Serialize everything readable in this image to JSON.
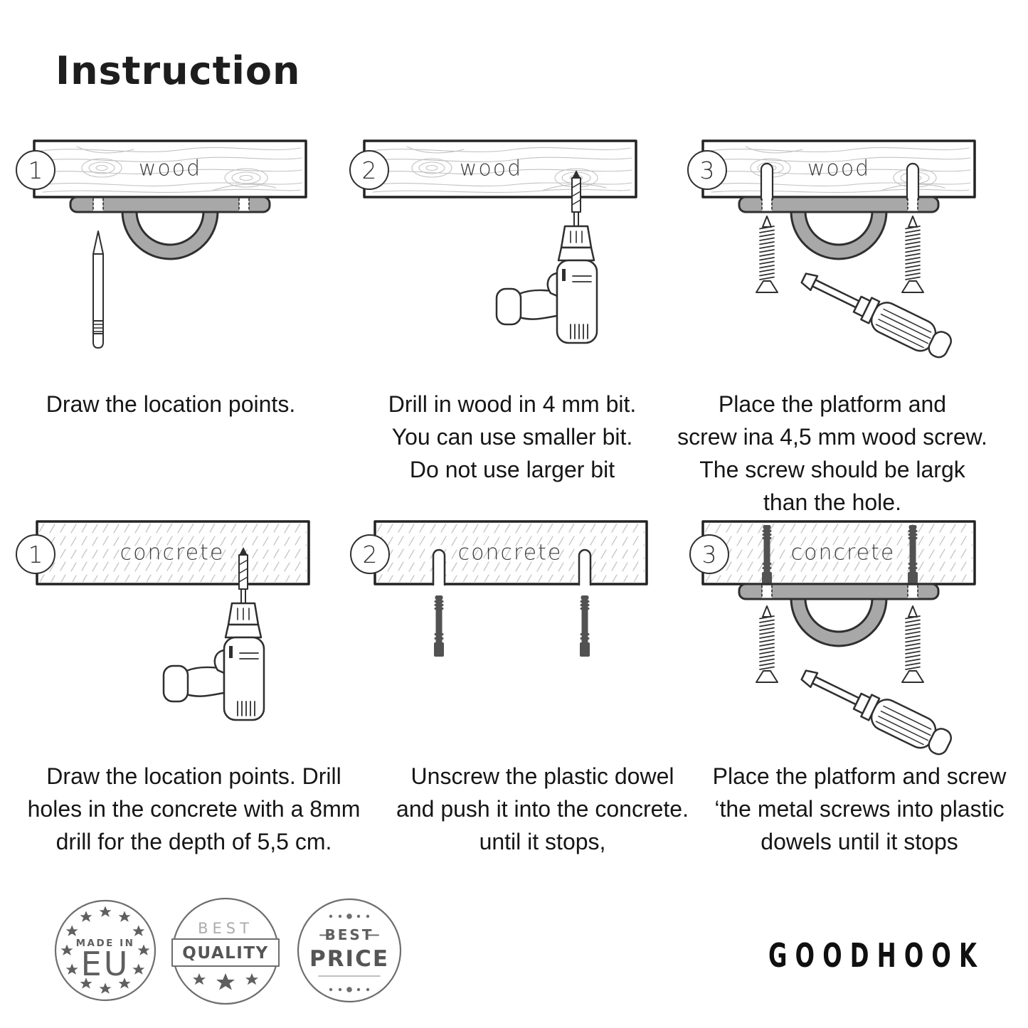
{
  "title": "Instruction",
  "sections": {
    "wood": {
      "material_label": "wood",
      "steps": [
        {
          "number": "1",
          "caption": "Draw the location points."
        },
        {
          "number": "2",
          "caption": "Drill in wood in 4 mm bit.\nYou can use smaller bit.\nDo not use larger bit"
        },
        {
          "number": "3",
          "caption": "Place the platform and\nscrew ina 4,5 mm wood screw.\nThe screw should be largk\nthan the hole."
        }
      ]
    },
    "concrete": {
      "material_label": "concrete",
      "steps": [
        {
          "number": "1",
          "caption": "Draw the location points. Drill\nholes in the concrete with a 8mm\ndrill for the depth of 5,5 cm."
        },
        {
          "number": "2",
          "caption": "Unscrew the plastic dowel\nand push it into the concrete.\nuntil it stops,"
        },
        {
          "number": "3",
          "caption": "Place the platform and screw\n‘the metal screws into plastic\ndowels until it stops"
        }
      ]
    }
  },
  "badges": {
    "made_in_eu": {
      "line1": "MADE IN",
      "line2": "EU"
    },
    "best_quality": {
      "line1": "BEST",
      "line2": "QUALITY"
    },
    "best_price": {
      "line1": "BEST",
      "line2": "PRICE"
    }
  },
  "brand": {
    "logo": "GOODHOOK"
  },
  "colors": {
    "outline": "#2f2f2f",
    "metal_gray": "#a8a8a8",
    "dowel_gray": "#525252",
    "badge_gray": "#6e6e6e",
    "grain_gray": "#c2c2c2",
    "text": "#161616"
  }
}
